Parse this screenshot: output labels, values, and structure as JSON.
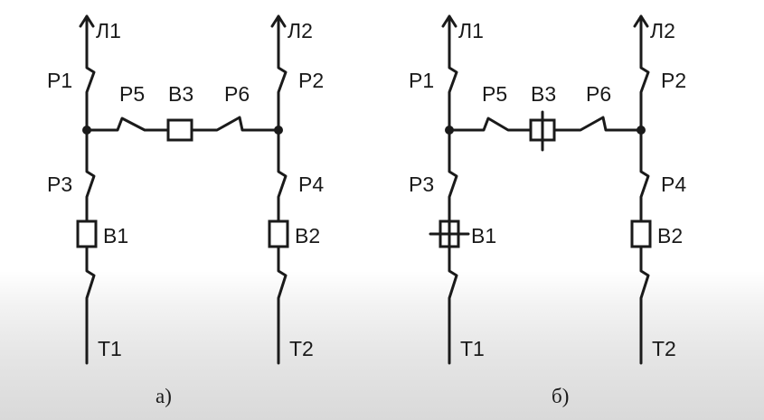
{
  "diagram_a": {
    "caption": "а)",
    "L1": "Л1",
    "L2": "Л2",
    "R1": "Р1",
    "R2": "Р2",
    "R3": "Р3",
    "R4": "Р4",
    "R5": "Р5",
    "R6": "Р6",
    "B1": "В1",
    "B2": "В2",
    "B3": "В3",
    "T1": "Т1",
    "T2": "Т2"
  },
  "diagram_b": {
    "caption": "б)",
    "L1": "Л1",
    "L2": "Л2",
    "R1": "Р1",
    "R2": "Р2",
    "R3": "Р3",
    "R4": "Р4",
    "R5": "Р5",
    "R6": "Р6",
    "B1": "В1",
    "B2": "В2",
    "B3": "В3",
    "T1": "Т1",
    "T2": "Т2",
    "crossed_out": [
      "В1",
      "В3"
    ]
  }
}
